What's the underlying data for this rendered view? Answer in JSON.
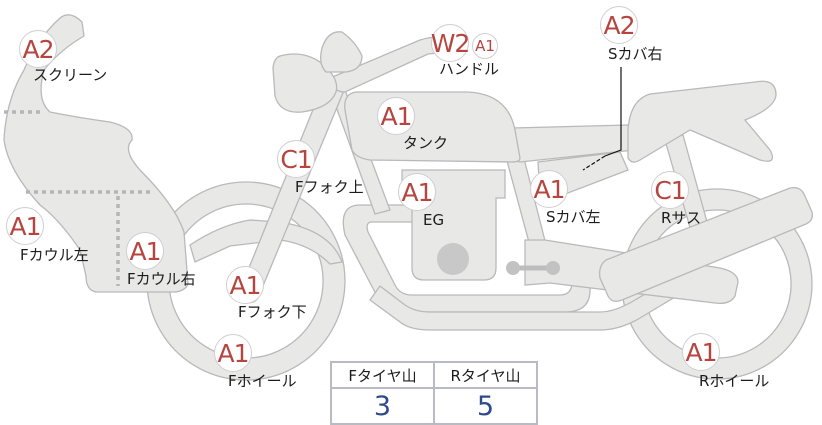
{
  "diagram": {
    "subject": "motorcycle damage inspection diagram",
    "colors": {
      "grade_text": "#b6453f",
      "count_text": "#2f4a8c",
      "part_fill": "#e8e8e7",
      "part_outline": "#b9b9bb"
    },
    "parts": [
      {
        "id": "screen",
        "label": "スクリーン",
        "grades": [
          "A2"
        ]
      },
      {
        "id": "handle",
        "label": "ハンドル",
        "grades": [
          "W2",
          "A1"
        ]
      },
      {
        "id": "s-cover-right",
        "label": "Sカバ右",
        "grades": [
          "A2"
        ]
      },
      {
        "id": "tank",
        "label": "タンク",
        "grades": [
          "A1"
        ]
      },
      {
        "id": "f-fork-upper",
        "label": "Fフォク上",
        "grades": [
          "C1"
        ]
      },
      {
        "id": "engine",
        "label": "EG",
        "grades": [
          "A1"
        ]
      },
      {
        "id": "s-cover-left",
        "label": "Sカバ左",
        "grades": [
          "A1"
        ]
      },
      {
        "id": "r-suspension",
        "label": "Rサス",
        "grades": [
          "C1"
        ]
      },
      {
        "id": "f-cowl-left",
        "label": "Fカウル左",
        "grades": [
          "A1"
        ]
      },
      {
        "id": "f-cowl-right",
        "label": "Fカウル右",
        "grades": [
          "A1"
        ]
      },
      {
        "id": "f-fork-lower",
        "label": "Fフォク下",
        "grades": [
          "A1"
        ]
      },
      {
        "id": "f-wheel",
        "label": "Fホイール",
        "grades": [
          "A1"
        ]
      },
      {
        "id": "r-wheel",
        "label": "Rホイール",
        "grades": [
          "A1"
        ]
      }
    ]
  },
  "tire_table": {
    "headers": [
      "Fタイヤ山",
      "Rタイヤ山"
    ],
    "values": [
      "3",
      "5"
    ]
  }
}
